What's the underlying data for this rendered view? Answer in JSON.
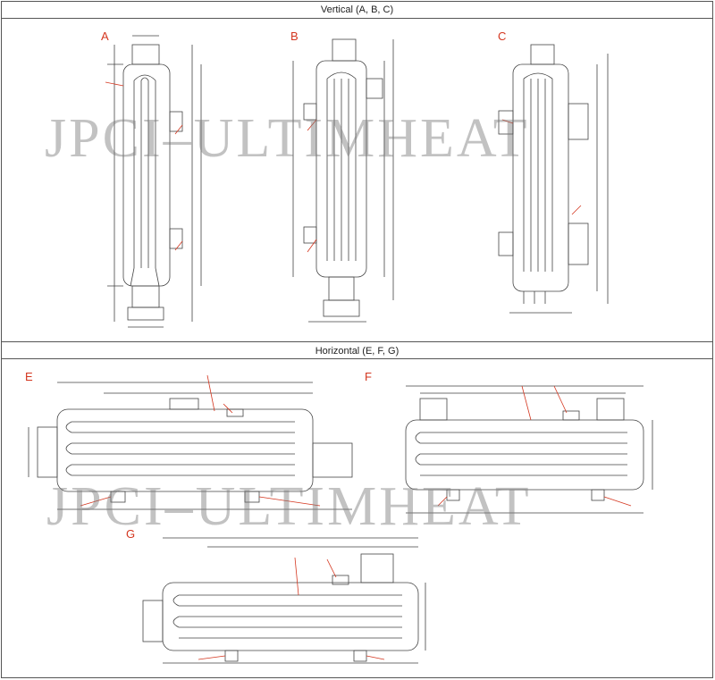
{
  "sections": {
    "vertical_title": "Vertical (A, B, C)",
    "horizontal_title": "Horizontal (E, F, G)"
  },
  "variants": {
    "A": "A",
    "B": "B",
    "C": "C",
    "E": "E",
    "F": "F",
    "G": "G"
  },
  "watermark": "JPCI–ULTIMHEAT",
  "colors": {
    "line": "#333333",
    "accent": "#d4361f",
    "watermark": "#8a8a8a"
  }
}
